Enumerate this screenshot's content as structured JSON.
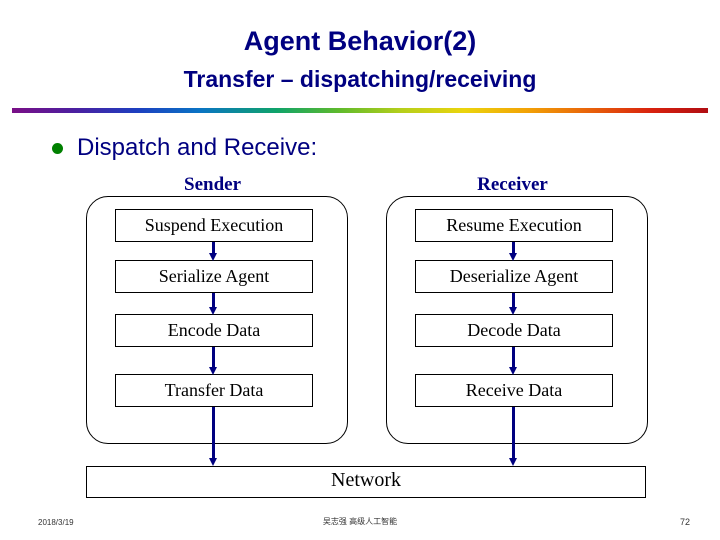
{
  "slide": {
    "title": "Agent Behavior(2)",
    "subtitle": "Transfer – dispatching/receiving",
    "bullet": "Dispatch and Receive:",
    "accent_title_color": "#000080",
    "bullet_color": "#008000"
  },
  "columns": {
    "sender": {
      "header": "Sender",
      "steps": [
        "Suspend Execution",
        "Serialize Agent",
        "Encode Data",
        "Transfer Data"
      ]
    },
    "receiver": {
      "header": "Receiver",
      "steps": [
        "Resume Execution",
        "Deserialize Agent",
        "Decode Data",
        "Receive Data"
      ]
    }
  },
  "network": {
    "label": "Network"
  },
  "footer": {
    "date": "2018/3/19",
    "center": "吴志强 高级人工智能",
    "page": "72"
  }
}
